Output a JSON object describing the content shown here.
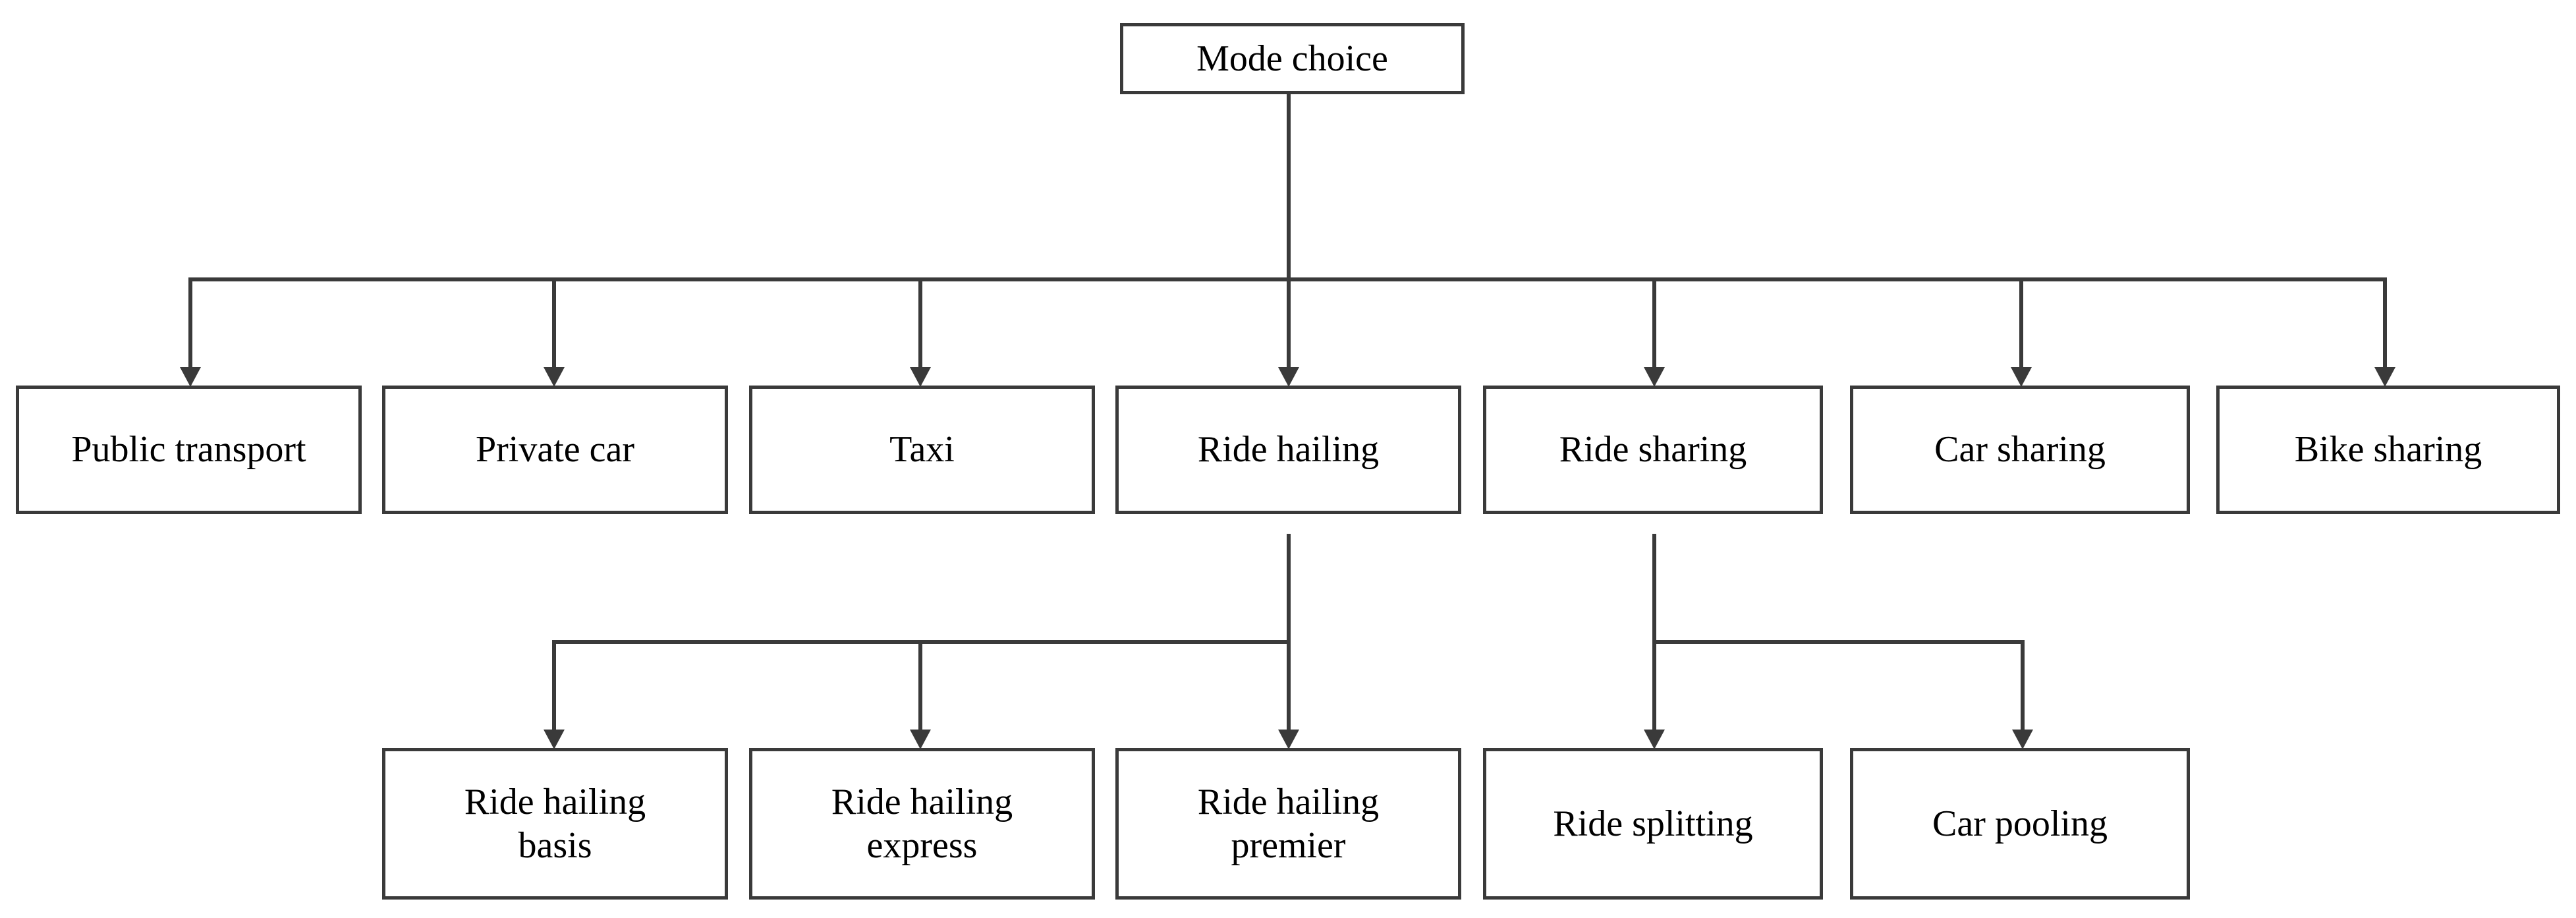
{
  "diagram": {
    "title_node": {
      "label": "Mode choice"
    },
    "level2": [
      {
        "id": "public-transport",
        "label": "Public transport"
      },
      {
        "id": "private-car",
        "label": "Private car"
      },
      {
        "id": "taxi",
        "label": "Taxi"
      },
      {
        "id": "ride-hailing",
        "label": "Ride hailing"
      },
      {
        "id": "ride-sharing",
        "label": "Ride sharing"
      },
      {
        "id": "car-sharing",
        "label": "Car sharing"
      },
      {
        "id": "bike-sharing",
        "label": "Bike sharing"
      }
    ],
    "level3": [
      {
        "id": "ride-hailing-basis",
        "label": "Ride hailing\nbasis"
      },
      {
        "id": "ride-hailing-express",
        "label": "Ride hailing\nexpress"
      },
      {
        "id": "ride-hailing-premier",
        "label": "Ride hailing\npremier"
      },
      {
        "id": "ride-splitting",
        "label": "Ride splitting"
      },
      {
        "id": "car-pooling",
        "label": "Car pooling"
      }
    ],
    "colors": {
      "stroke": "#3a3a3a",
      "text": "#000000",
      "background": "#ffffff"
    }
  }
}
